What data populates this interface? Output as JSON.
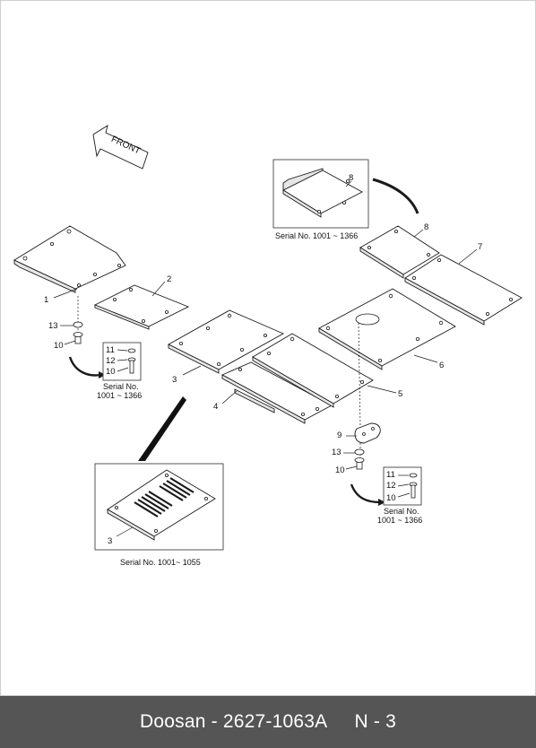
{
  "front_label": "FRONT",
  "callouts": {
    "c1": "1",
    "c2": "2",
    "c3": "3",
    "c4": "4",
    "c5": "5",
    "c6": "6",
    "c7": "7",
    "c8": "8",
    "c8b": "8",
    "c9": "9",
    "c13a": "13",
    "c10a": "10",
    "c11a": "11",
    "c12a": "12",
    "c10a2": "10",
    "c13b": "13",
    "c10b": "10",
    "c11b": "11",
    "c12b": "12",
    "c10b2": "10",
    "c3b": "3"
  },
  "serials": {
    "top_box": "Serial No. 1001 ~ 1366",
    "left_box_line1": "Serial No.",
    "left_box_line2": "1001 ~ 1366",
    "right_box_line1": "Serial No.",
    "right_box_line2": "1001 ~ 1366",
    "bottom_box": "Serial No. 1001~ 1055"
  },
  "footer": {
    "brand": "Doosan",
    "sep": " - ",
    "part_number": "2627-1063A",
    "gap": "     ",
    "page": "N - 3"
  }
}
